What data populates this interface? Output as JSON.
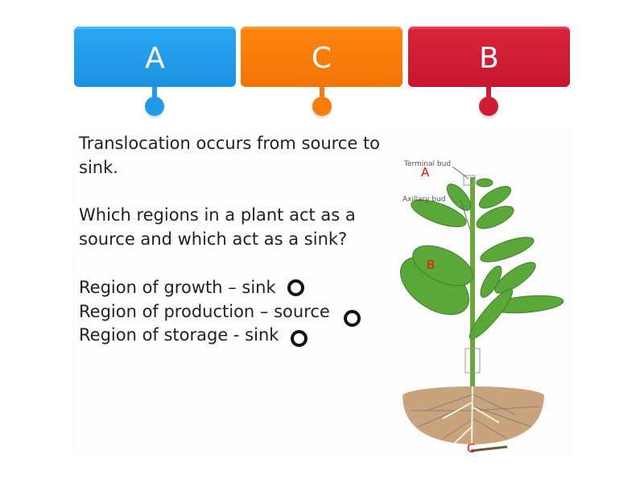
{
  "tiles": [
    {
      "label": "A",
      "color": "#1f9be8"
    },
    {
      "label": "C",
      "color": "#f77c0b"
    },
    {
      "label": "B",
      "color": "#d01d35"
    }
  ],
  "content": {
    "line1": "Translocation occurs from source to",
    "line2": "sink.",
    "line3": "Which regions in a plant act as a",
    "line4": "source and which act as a sink?",
    "line5": "Region of growth – sink",
    "line6": "Region of production – source",
    "line7": "Region of storage - sink"
  },
  "diagram": {
    "terminal_bud": "Terminal bud",
    "axillary_bud": "Axillary bud",
    "mark_a": "A",
    "mark_b": "B",
    "mark_c": "C"
  }
}
